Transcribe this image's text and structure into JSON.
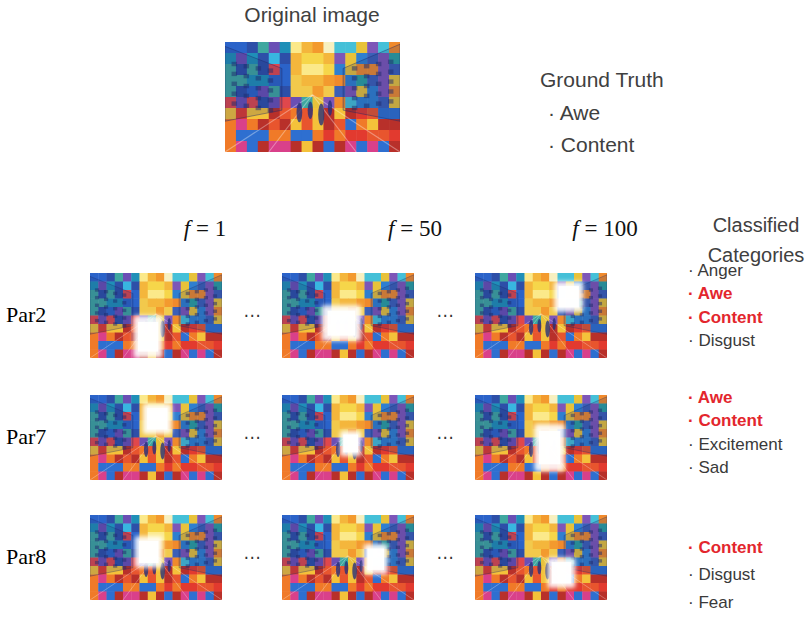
{
  "diagram": {
    "labels": [
      "Original image",
      "Ground Truth",
      "· Awe",
      "· Content",
      "Classified Categories",
      "f = 1",
      "f = 50",
      "f = 100",
      "Par2",
      "⋯",
      "⋯",
      "· Anger",
      "· Awe",
      "· Content",
      "· Disgust",
      "Par7",
      "⋯",
      "⋯",
      "· Awe",
      "· Content",
      "· Excitement",
      "· Sad",
      "Par8",
      "⋯",
      "⋯",
      "· Content",
      "· Disgust",
      "· Fear"
    ]
  }
}
